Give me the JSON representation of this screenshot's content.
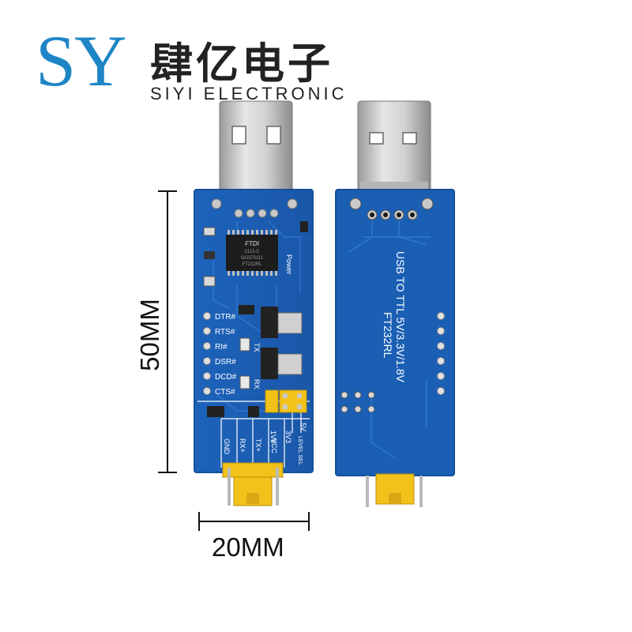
{
  "logo": {
    "mark": "SY",
    "chinese_name": "肆亿电子",
    "english_name": "SIYI ELECTRONIC"
  },
  "dimensions": {
    "width_label": "20MM",
    "height_label": "50MM"
  },
  "front_board": {
    "chip_brand": "FTDI",
    "chip_line1": "2113-C",
    "chip_line2": "GG370111",
    "chip_model": "FT232RL",
    "power_label": "Power",
    "side_pins": [
      "DTR#",
      "RTS#",
      "RI#",
      "DSR#",
      "DCD#",
      "CTS#"
    ],
    "tx_label": "TX",
    "rx_label": "RX",
    "bottom_pins": [
      "GND",
      "RX+",
      "TX+",
      "VCC"
    ],
    "voltage_options": [
      "1V8",
      "3V3",
      "5V"
    ],
    "level_sel_label": "LEVEL SEL"
  },
  "back_board": {
    "model": "FT232RL",
    "description": "USB TO TTL 5V/3.3V/1.8V"
  },
  "colors": {
    "logo_blue": "#1e86c6",
    "pcb_blue": "#1a5fb4",
    "pcb_edge": "#154f99",
    "connector_yellow": "#f2c21a"
  }
}
